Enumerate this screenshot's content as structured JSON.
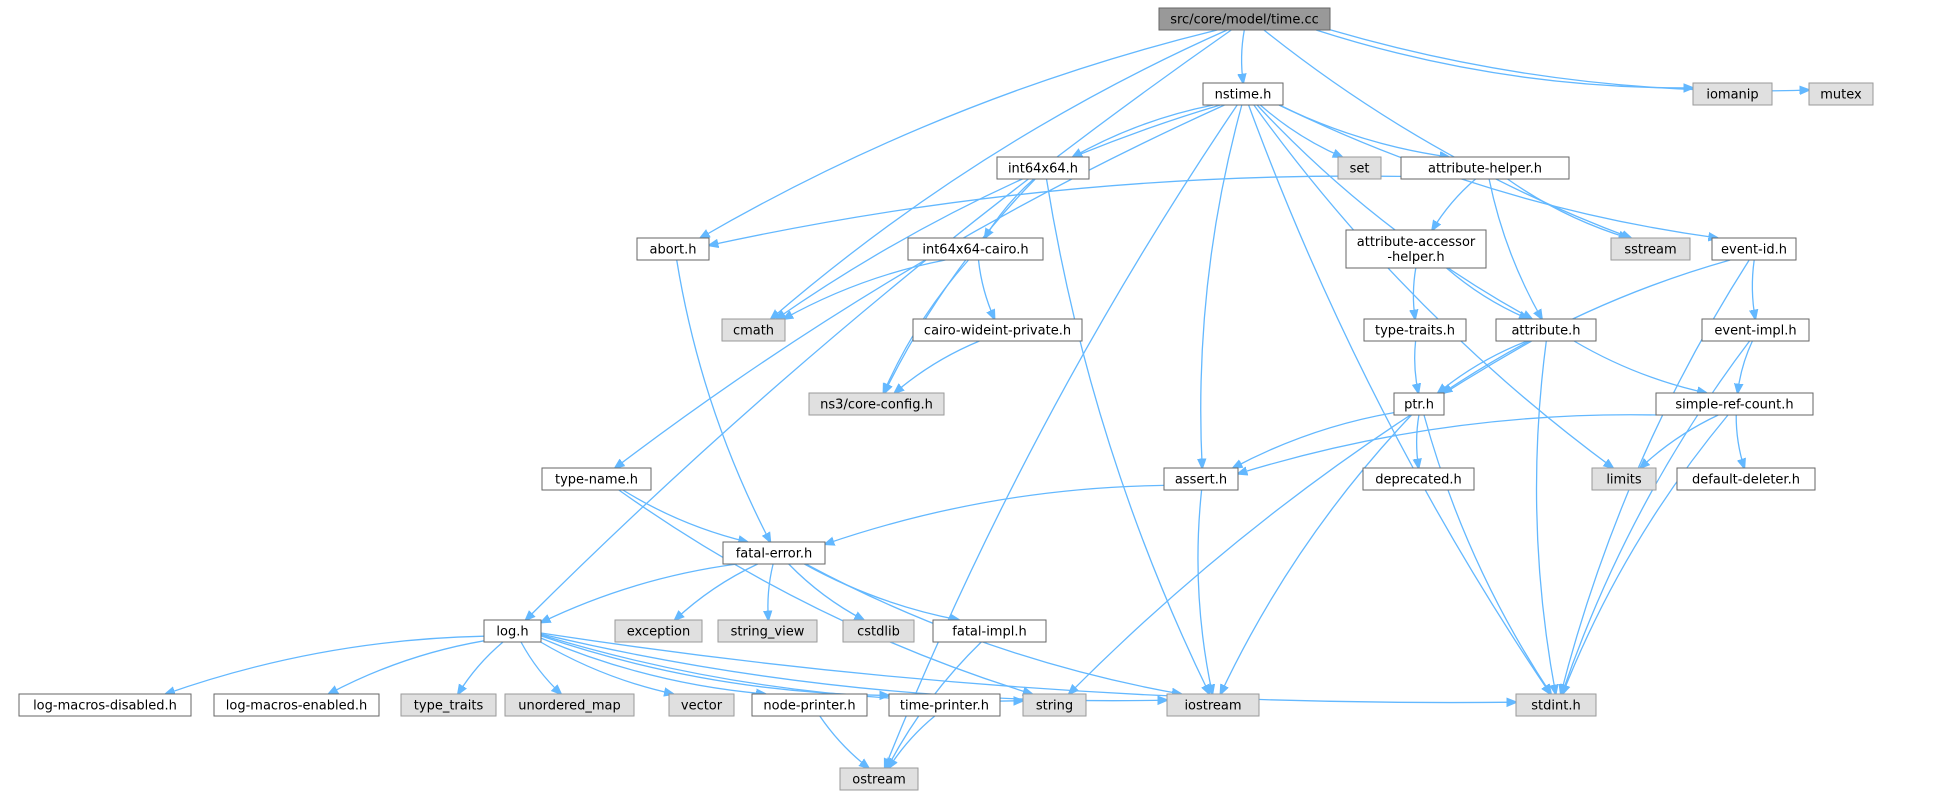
{
  "colors": {
    "edge": "#63b8ff",
    "root_fill": "#999999",
    "system_fill": "#e0e0e0",
    "local_fill": "#ffffff"
  },
  "nodes": [
    {
      "id": "time_cc",
      "lines": [
        "src/core/model/time.cc"
      ],
      "kind": "root"
    },
    {
      "id": "nstime_h",
      "lines": [
        "nstime.h"
      ],
      "kind": "local"
    },
    {
      "id": "iomanip",
      "lines": [
        "iomanip"
      ],
      "kind": "sys"
    },
    {
      "id": "mutex",
      "lines": [
        "mutex"
      ],
      "kind": "sys"
    },
    {
      "id": "int64x64_h",
      "lines": [
        "int64x64.h"
      ],
      "kind": "local"
    },
    {
      "id": "set",
      "lines": [
        "set"
      ],
      "kind": "sys"
    },
    {
      "id": "attribute_helper_h",
      "lines": [
        "attribute-helper.h"
      ],
      "kind": "local"
    },
    {
      "id": "abort_h",
      "lines": [
        "abort.h"
      ],
      "kind": "local"
    },
    {
      "id": "int64x64_cairo_h",
      "lines": [
        "int64x64-cairo.h"
      ],
      "kind": "local"
    },
    {
      "id": "attribute_accessor_helper_h",
      "lines": [
        "attribute-accessor",
        "-helper.h"
      ],
      "kind": "local"
    },
    {
      "id": "sstream",
      "lines": [
        "sstream"
      ],
      "kind": "sys"
    },
    {
      "id": "event_id_h",
      "lines": [
        "event-id.h"
      ],
      "kind": "local"
    },
    {
      "id": "cmath",
      "lines": [
        "cmath"
      ],
      "kind": "sys"
    },
    {
      "id": "cairo_wideint_private_h",
      "lines": [
        "cairo-wideint-private.h"
      ],
      "kind": "local"
    },
    {
      "id": "type_traits_h",
      "lines": [
        "type-traits.h"
      ],
      "kind": "local"
    },
    {
      "id": "attribute_h",
      "lines": [
        "attribute.h"
      ],
      "kind": "local"
    },
    {
      "id": "event_impl_h",
      "lines": [
        "event-impl.h"
      ],
      "kind": "local"
    },
    {
      "id": "ns3_core_config_h",
      "lines": [
        "ns3/core-config.h"
      ],
      "kind": "sys"
    },
    {
      "id": "ptr_h",
      "lines": [
        "ptr.h"
      ],
      "kind": "local"
    },
    {
      "id": "simple_ref_count_h",
      "lines": [
        "simple-ref-count.h"
      ],
      "kind": "local"
    },
    {
      "id": "type_name_h",
      "lines": [
        "type-name.h"
      ],
      "kind": "local"
    },
    {
      "id": "assert_h",
      "lines": [
        "assert.h"
      ],
      "kind": "local"
    },
    {
      "id": "deprecated_h",
      "lines": [
        "deprecated.h"
      ],
      "kind": "local"
    },
    {
      "id": "limits",
      "lines": [
        "limits"
      ],
      "kind": "sys"
    },
    {
      "id": "default_deleter_h",
      "lines": [
        "default-deleter.h"
      ],
      "kind": "local"
    },
    {
      "id": "fatal_error_h",
      "lines": [
        "fatal-error.h"
      ],
      "kind": "local"
    },
    {
      "id": "log_h",
      "lines": [
        "log.h"
      ],
      "kind": "local"
    },
    {
      "id": "exception",
      "lines": [
        "exception"
      ],
      "kind": "sys"
    },
    {
      "id": "string_view",
      "lines": [
        "string_view"
      ],
      "kind": "sys"
    },
    {
      "id": "cstdlib",
      "lines": [
        "cstdlib"
      ],
      "kind": "sys"
    },
    {
      "id": "fatal_impl_h",
      "lines": [
        "fatal-impl.h"
      ],
      "kind": "local"
    },
    {
      "id": "log_macros_disabled_h",
      "lines": [
        "log-macros-disabled.h"
      ],
      "kind": "local"
    },
    {
      "id": "log_macros_enabled_h",
      "lines": [
        "log-macros-enabled.h"
      ],
      "kind": "local"
    },
    {
      "id": "type_traits",
      "lines": [
        "type_traits"
      ],
      "kind": "sys"
    },
    {
      "id": "unordered_map",
      "lines": [
        "unordered_map"
      ],
      "kind": "sys"
    },
    {
      "id": "vector",
      "lines": [
        "vector"
      ],
      "kind": "sys"
    },
    {
      "id": "node_printer_h",
      "lines": [
        "node-printer.h"
      ],
      "kind": "local"
    },
    {
      "id": "time_printer_h",
      "lines": [
        "time-printer.h"
      ],
      "kind": "local"
    },
    {
      "id": "string",
      "lines": [
        "string"
      ],
      "kind": "sys"
    },
    {
      "id": "iostream",
      "lines": [
        "iostream"
      ],
      "kind": "sys"
    },
    {
      "id": "stdint_h",
      "lines": [
        "stdint.h"
      ],
      "kind": "sys"
    },
    {
      "id": "ostream",
      "lines": [
        "ostream"
      ],
      "kind": "sys"
    }
  ],
  "edges": [
    [
      "time_cc",
      "nstime_h"
    ],
    [
      "time_cc",
      "iomanip"
    ],
    [
      "time_cc",
      "mutex"
    ],
    [
      "time_cc",
      "abort_h"
    ],
    [
      "time_cc",
      "cmath"
    ],
    [
      "time_cc",
      "sstream"
    ],
    [
      "time_cc",
      "log_h"
    ],
    [
      "nstime_h",
      "int64x64_h"
    ],
    [
      "nstime_h",
      "set"
    ],
    [
      "nstime_h",
      "attribute_helper_h"
    ],
    [
      "nstime_h",
      "event_id_h"
    ],
    [
      "nstime_h",
      "cmath"
    ],
    [
      "nstime_h",
      "type_name_h"
    ],
    [
      "nstime_h",
      "assert_h"
    ],
    [
      "nstime_h",
      "stdint_h"
    ],
    [
      "nstime_h",
      "ostream"
    ],
    [
      "nstime_h",
      "attribute_h"
    ],
    [
      "nstime_h",
      "limits"
    ],
    [
      "int64x64_h",
      "int64x64_cairo_h"
    ],
    [
      "int64x64_h",
      "ns3_core_config_h"
    ],
    [
      "int64x64_h",
      "iostream"
    ],
    [
      "int64x64_cairo_h",
      "cmath"
    ],
    [
      "int64x64_cairo_h",
      "cairo_wideint_private_h"
    ],
    [
      "int64x64_cairo_h",
      "ns3_core_config_h"
    ],
    [
      "cairo_wideint_private_h",
      "ns3_core_config_h"
    ],
    [
      "attribute_helper_h",
      "abort_h"
    ],
    [
      "attribute_helper_h",
      "attribute_accessor_helper_h"
    ],
    [
      "attribute_helper_h",
      "sstream"
    ],
    [
      "attribute_helper_h",
      "attribute_h"
    ],
    [
      "attribute_accessor_helper_h",
      "type_traits_h"
    ],
    [
      "attribute_accessor_helper_h",
      "attribute_h"
    ],
    [
      "type_traits_h",
      "ptr_h"
    ],
    [
      "attribute_h",
      "ptr_h"
    ],
    [
      "attribute_h",
      "simple_ref_count_h"
    ],
    [
      "attribute_h",
      "string"
    ],
    [
      "attribute_h",
      "stdint_h"
    ],
    [
      "event_id_h",
      "ptr_h"
    ],
    [
      "event_id_h",
      "event_impl_h"
    ],
    [
      "event_id_h",
      "stdint_h"
    ],
    [
      "event_impl_h",
      "simple_ref_count_h"
    ],
    [
      "event_impl_h",
      "stdint_h"
    ],
    [
      "ptr_h",
      "assert_h"
    ],
    [
      "ptr_h",
      "deprecated_h"
    ],
    [
      "ptr_h",
      "iostream"
    ],
    [
      "ptr_h",
      "stdint_h"
    ],
    [
      "simple_ref_count_h",
      "assert_h"
    ],
    [
      "simple_ref_count_h",
      "limits"
    ],
    [
      "simple_ref_count_h",
      "default_deleter_h"
    ],
    [
      "simple_ref_count_h",
      "stdint_h"
    ],
    [
      "abort_h",
      "fatal_error_h"
    ],
    [
      "type_name_h",
      "fatal_error_h"
    ],
    [
      "type_name_h",
      "string"
    ],
    [
      "assert_h",
      "fatal_error_h"
    ],
    [
      "assert_h",
      "iostream"
    ],
    [
      "fatal_error_h",
      "log_h"
    ],
    [
      "fatal_error_h",
      "exception"
    ],
    [
      "fatal_error_h",
      "string_view"
    ],
    [
      "fatal_error_h",
      "cstdlib"
    ],
    [
      "fatal_error_h",
      "fatal_impl_h"
    ],
    [
      "fatal_error_h",
      "iostream"
    ],
    [
      "fatal_impl_h",
      "ostream"
    ],
    [
      "log_h",
      "log_macros_disabled_h"
    ],
    [
      "log_h",
      "log_macros_enabled_h"
    ],
    [
      "log_h",
      "type_traits"
    ],
    [
      "log_h",
      "unordered_map"
    ],
    [
      "log_h",
      "vector"
    ],
    [
      "log_h",
      "node_printer_h"
    ],
    [
      "log_h",
      "time_printer_h"
    ],
    [
      "log_h",
      "string"
    ],
    [
      "log_h",
      "iostream"
    ],
    [
      "log_h",
      "stdint_h"
    ],
    [
      "node_printer_h",
      "ostream"
    ],
    [
      "time_printer_h",
      "ostream"
    ]
  ]
}
